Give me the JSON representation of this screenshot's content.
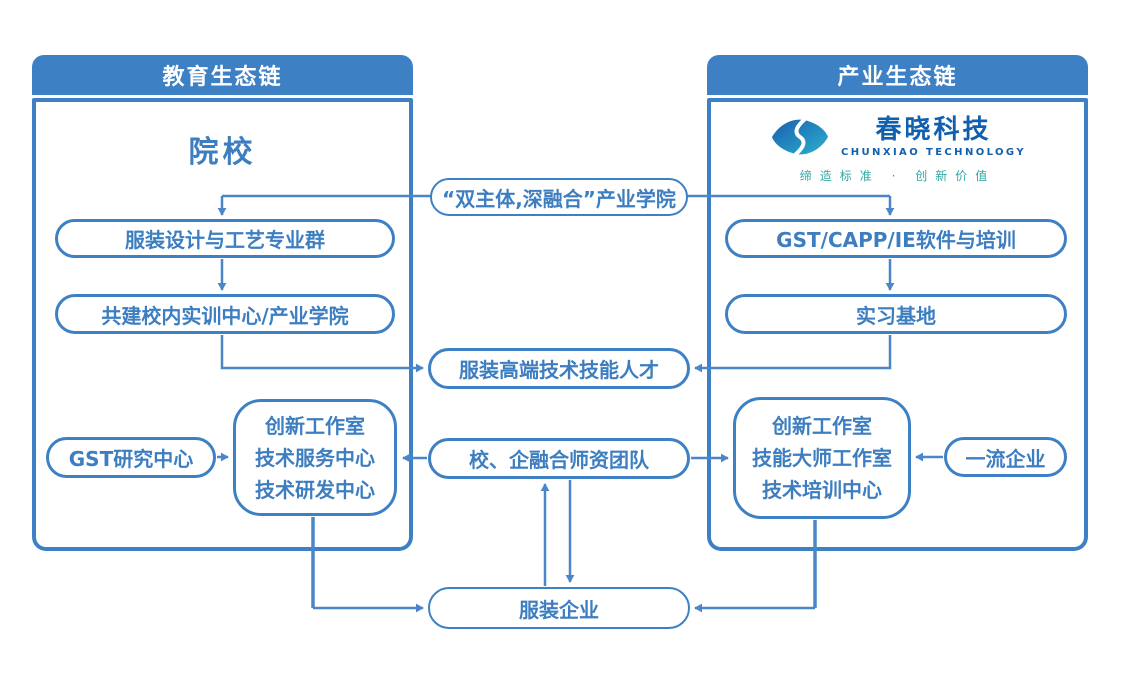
{
  "left_panel": {
    "header": "教育生态链",
    "title": "院校",
    "major_group": "服装设计与工艺专业群",
    "training_center": "共建校内实训中心/产业学院",
    "gst_research_center": "GST研究中心",
    "innovation_lines": [
      "创新工作室",
      "技术服务中心",
      "技术研发中心"
    ]
  },
  "right_panel": {
    "header": "产业生态链",
    "logo": {
      "brand": "春晓科技",
      "brand_en": "CHUNXIAO TECHNOLOGY",
      "tagline": "缔造标准 · 创新价值"
    },
    "software_training": "GST/CAPP/IE软件与培训",
    "internship_base": "实习基地",
    "innovation_lines": [
      "创新工作室",
      "技能大师工作室",
      "技术培训中心"
    ],
    "first_class_enterprise": "一流企业"
  },
  "center": {
    "industry_college": "“双主体,深融合”产业学院",
    "talent": "服装高端技术技能人才",
    "teacher_team": "校、企融合师资团队",
    "garment_enterprise": "服装企业"
  },
  "colors": {
    "primary_blue": "#3d80c4",
    "connector_blue": "#4a86c8",
    "logo_blue": "#1160ae",
    "logo_teal": "#2fa8a5"
  }
}
